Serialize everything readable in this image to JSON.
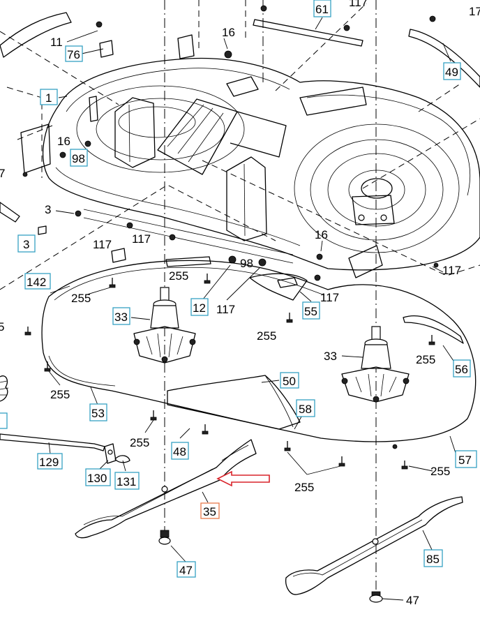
{
  "diagram": {
    "plain_callouts": [
      {
        "id": "c11",
        "text": "11"
      },
      {
        "id": "c16a",
        "text": "16"
      },
      {
        "id": "c117a",
        "text": "117"
      },
      {
        "id": "c17",
        "text": "17"
      },
      {
        "id": "c16b",
        "text": "16"
      },
      {
        "id": "c7",
        "text": "7"
      },
      {
        "id": "c3a",
        "text": "3"
      },
      {
        "id": "c117b",
        "text": "117"
      },
      {
        "id": "c117c",
        "text": "117"
      },
      {
        "id": "c98",
        "text": "98"
      },
      {
        "id": "c16c",
        "text": "16"
      },
      {
        "id": "c117d",
        "text": "117"
      },
      {
        "id": "c255a",
        "text": "255"
      },
      {
        "id": "c255b",
        "text": "255"
      },
      {
        "id": "c117e",
        "text": "117"
      },
      {
        "id": "c117f",
        "text": "117"
      },
      {
        "id": "c5",
        "text": "5"
      },
      {
        "id": "c255c",
        "text": "255"
      },
      {
        "id": "c33b",
        "text": "33"
      },
      {
        "id": "c255d",
        "text": "255"
      },
      {
        "id": "c255e",
        "text": "255"
      },
      {
        "id": "c255f",
        "text": "255"
      },
      {
        "id": "c255g",
        "text": "255"
      },
      {
        "id": "c255h",
        "text": "255"
      },
      {
        "id": "c47b",
        "text": "47"
      }
    ],
    "boxed_callouts": [
      {
        "id": "b61",
        "text": "61"
      },
      {
        "id": "b76",
        "text": "76"
      },
      {
        "id": "b49",
        "text": "49"
      },
      {
        "id": "b1",
        "text": "1"
      },
      {
        "id": "b98",
        "text": "98"
      },
      {
        "id": "b3",
        "text": "3"
      },
      {
        "id": "b142",
        "text": "142"
      },
      {
        "id": "b12",
        "text": "12"
      },
      {
        "id": "b55",
        "text": "55"
      },
      {
        "id": "b33",
        "text": "33"
      },
      {
        "id": "b56",
        "text": "56"
      },
      {
        "id": "b50",
        "text": "50"
      },
      {
        "id": "b53",
        "text": "53"
      },
      {
        "id": "b58",
        "text": "58"
      },
      {
        "id": "b48",
        "text": "48"
      },
      {
        "id": "b129",
        "text": "129"
      },
      {
        "id": "b130",
        "text": "130"
      },
      {
        "id": "b131",
        "text": "131"
      },
      {
        "id": "b57",
        "text": "57"
      },
      {
        "id": "b35",
        "text": "35",
        "highlight": true
      },
      {
        "id": "b85",
        "text": "85"
      },
      {
        "id": "b47",
        "text": "47"
      }
    ],
    "colors": {
      "box_border": "#35a2c4",
      "highlight_box_border": "#e87a4c",
      "arrow": "#d9232a",
      "line": "#000000"
    }
  }
}
